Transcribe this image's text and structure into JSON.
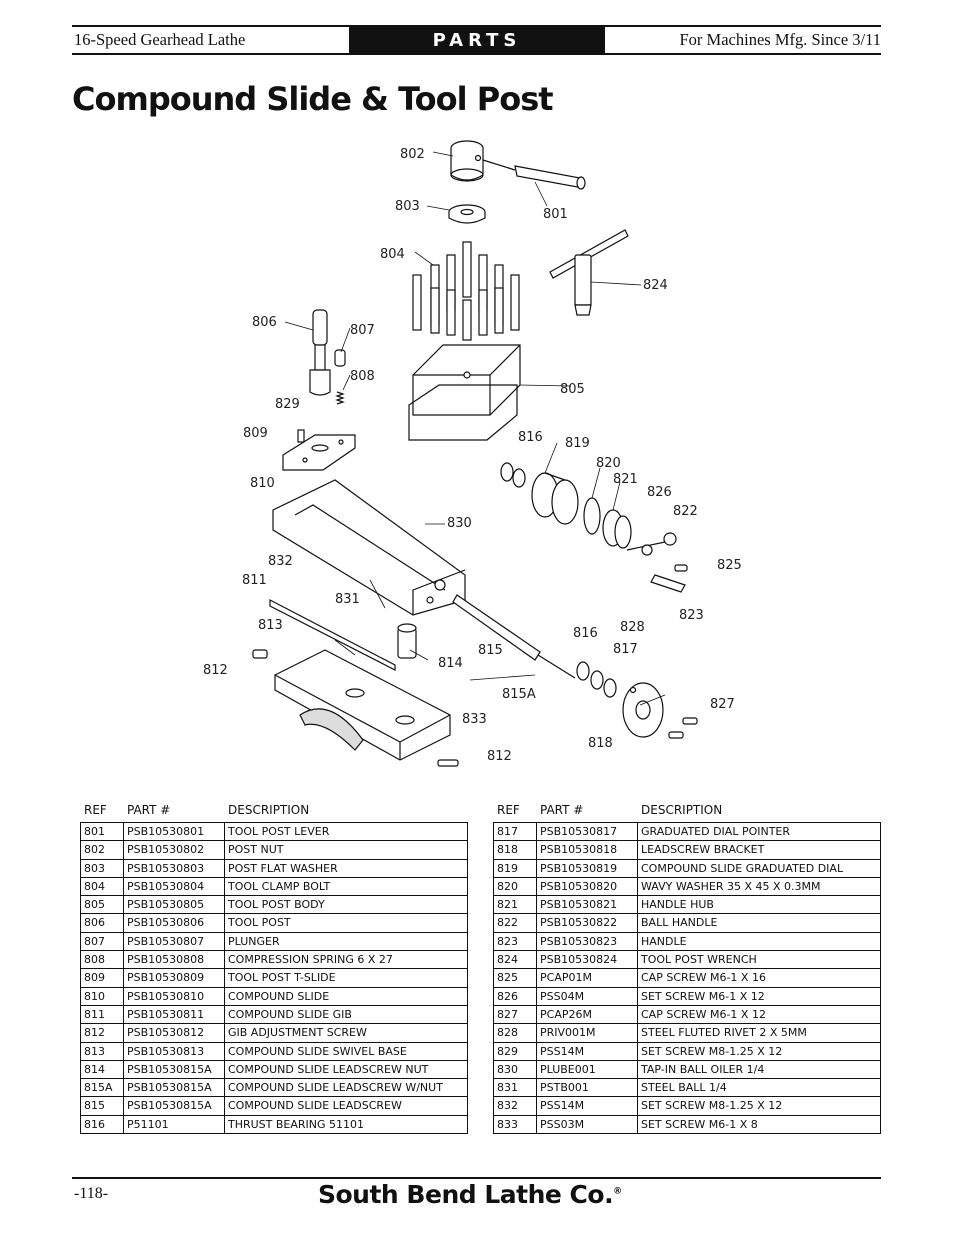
{
  "header": {
    "left": "16-Speed Gearhead Lathe",
    "center": "PARTS",
    "right": "For Machines Mfg. Since 3/11"
  },
  "title": "Compound Slide & Tool Post",
  "diagram": {
    "callouts": [
      "802",
      "803",
      "801",
      "804",
      "824",
      "806",
      "807",
      "808",
      "805",
      "829",
      "809",
      "816",
      "819",
      "820",
      "821",
      "826",
      "810",
      "822",
      "830",
      "832",
      "825",
      "811",
      "831",
      "823",
      "813",
      "816",
      "828",
      "817",
      "812",
      "814",
      "815",
      "815A",
      "827",
      "833",
      "818",
      "812"
    ]
  },
  "table": {
    "headers": {
      "ref": "REF",
      "part": "PART #",
      "desc": "DESCRIPTION"
    },
    "left": [
      {
        "ref": "801",
        "part": "PSB10530801",
        "desc": "TOOL POST LEVER"
      },
      {
        "ref": "802",
        "part": "PSB10530802",
        "desc": "POST NUT"
      },
      {
        "ref": "803",
        "part": "PSB10530803",
        "desc": "POST FLAT WASHER"
      },
      {
        "ref": "804",
        "part": "PSB10530804",
        "desc": "TOOL CLAMP BOLT"
      },
      {
        "ref": "805",
        "part": "PSB10530805",
        "desc": "TOOL POST BODY"
      },
      {
        "ref": "806",
        "part": "PSB10530806",
        "desc": "TOOL POST"
      },
      {
        "ref": "807",
        "part": "PSB10530807",
        "desc": "PLUNGER"
      },
      {
        "ref": "808",
        "part": "PSB10530808",
        "desc": "COMPRESSION SPRING 6 X 27"
      },
      {
        "ref": "809",
        "part": "PSB10530809",
        "desc": "TOOL POST T-SLIDE"
      },
      {
        "ref": "810",
        "part": "PSB10530810",
        "desc": "COMPOUND SLIDE"
      },
      {
        "ref": "811",
        "part": "PSB10530811",
        "desc": "COMPOUND SLIDE GIB"
      },
      {
        "ref": "812",
        "part": "PSB10530812",
        "desc": "GIB ADJUSTMENT SCREW"
      },
      {
        "ref": "813",
        "part": "PSB10530813",
        "desc": "COMPOUND SLIDE SWIVEL BASE"
      },
      {
        "ref": "814",
        "part": "PSB10530815A",
        "desc": "COMPOUND SLIDE LEADSCREW NUT"
      },
      {
        "ref": "815A",
        "part": "PSB10530815A",
        "desc": "COMPOUND SLIDE LEADSCREW W/NUT"
      },
      {
        "ref": "815",
        "part": "PSB10530815A",
        "desc": "COMPOUND SLIDE LEADSCREW"
      },
      {
        "ref": "816",
        "part": "P51101",
        "desc": "THRUST BEARING 51101"
      }
    ],
    "right": [
      {
        "ref": "817",
        "part": "PSB10530817",
        "desc": "GRADUATED DIAL POINTER"
      },
      {
        "ref": "818",
        "part": "PSB10530818",
        "desc": "LEADSCREW BRACKET"
      },
      {
        "ref": "819",
        "part": "PSB10530819",
        "desc": "COMPOUND SLIDE GRADUATED DIAL"
      },
      {
        "ref": "820",
        "part": "PSB10530820",
        "desc": "WAVY WASHER 35 X 45 X 0.3MM"
      },
      {
        "ref": "821",
        "part": "PSB10530821",
        "desc": "HANDLE HUB"
      },
      {
        "ref": "822",
        "part": "PSB10530822",
        "desc": "BALL HANDLE"
      },
      {
        "ref": "823",
        "part": "PSB10530823",
        "desc": "HANDLE"
      },
      {
        "ref": "824",
        "part": "PSB10530824",
        "desc": "TOOL POST WRENCH"
      },
      {
        "ref": "825",
        "part": "PCAP01M",
        "desc": "CAP SCREW M6-1 X 16"
      },
      {
        "ref": "826",
        "part": "PSS04M",
        "desc": "SET SCREW M6-1 X 12"
      },
      {
        "ref": "827",
        "part": "PCAP26M",
        "desc": "CAP SCREW M6-1 X 12"
      },
      {
        "ref": "828",
        "part": "PRIV001M",
        "desc": "STEEL FLUTED RIVET 2 X 5MM"
      },
      {
        "ref": "829",
        "part": "PSS14M",
        "desc": "SET SCREW M8-1.25 X 12"
      },
      {
        "ref": "830",
        "part": "PLUBE001",
        "desc": "TAP-IN BALL OILER 1/4"
      },
      {
        "ref": "831",
        "part": "PSTB001",
        "desc": "STEEL BALL 1/4"
      },
      {
        "ref": "832",
        "part": "PSS14M",
        "desc": "SET SCREW M8-1.25 X 12"
      },
      {
        "ref": "833",
        "part": "PSS03M",
        "desc": "SET SCREW M6-1 X 8"
      }
    ]
  },
  "footer": {
    "page": "-118-",
    "brand": "South Bend Lathe Co.",
    "reg": "®"
  }
}
